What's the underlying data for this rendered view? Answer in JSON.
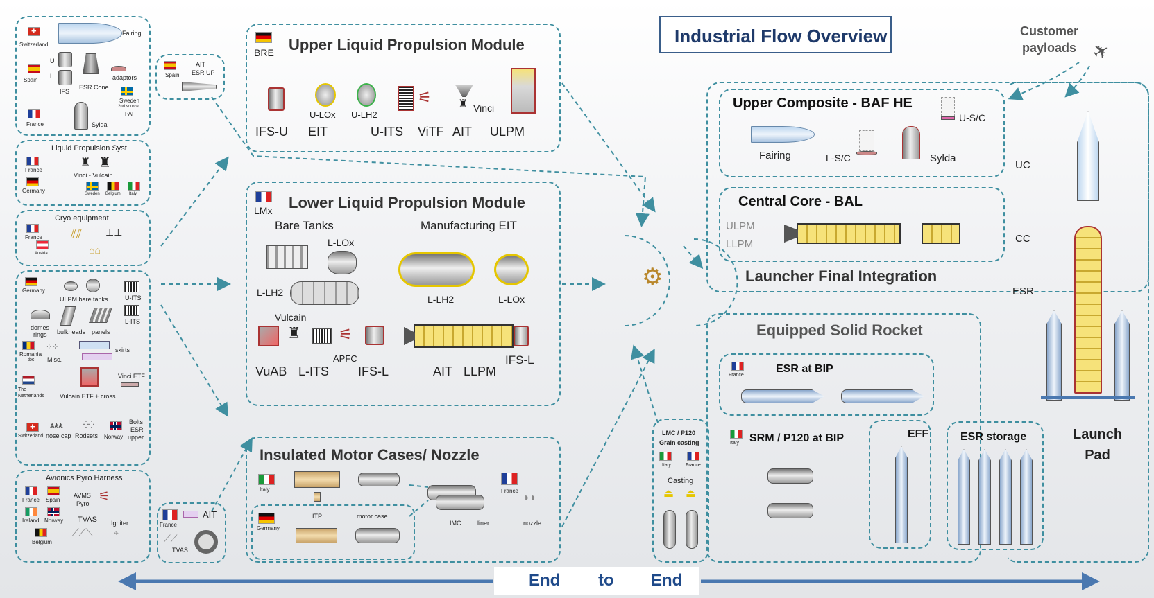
{
  "header": {
    "title": "Industrial Flow Overview",
    "customer_payloads": "Customer\npayloads"
  },
  "left": {
    "fairing": {
      "switzerland": "Switzerland",
      "fairing": "Fairing",
      "spain": "Spain",
      "u": "U",
      "l": "L",
      "ifs": "IFS",
      "esr_cone": "ESR Cone",
      "adaptors": "adaptors",
      "sweden": "Sweden",
      "sweden_2nd": "2nd source",
      "paf": "PAF",
      "france": "France",
      "sylda": "Sylda"
    },
    "lps": {
      "title": "Liquid Propulsion Syst",
      "france": "France",
      "germany": "Germany",
      "vinci_vulcain": "Vinci - Vulcain",
      "sweden": "Sweden",
      "belgium": "Belgium",
      "italy": "Italy"
    },
    "cryo": {
      "title": "Cryo equipment",
      "france": "France",
      "austria": "Austria"
    },
    "structures": {
      "germany": "Germany",
      "ulpm_bare_tanks": "ULPM  bare  tanks",
      "u_its": "U-ITS",
      "l_its": "L-ITS",
      "domes": "domes",
      "rings": "rings",
      "bulkheads": "bulkheads",
      "panels": "panels",
      "romania": "Romania",
      "tbc": "tbc",
      "misc": "Misc.",
      "skirts": "skirts",
      "netherlands": "The Netherlands",
      "vulcain_etf": "Vulcain  ETF  + cross",
      "vinci_etf": "Vinci ETF",
      "switzerland": "Switzerland",
      "nose_cap": "nose  cap",
      "rodsets": "Rodsets",
      "norway": "Norway",
      "bolts": "Bolts",
      "esr": "ESR",
      "upper": "upper"
    },
    "avionics": {
      "title": "Avionics Pyro Harness",
      "france": "France",
      "spain": "Spain",
      "avms": "AVMS",
      "pyro": "Pyro",
      "ireland": "Ireland",
      "norway": "Norway",
      "tvas": "TVAS",
      "belgium": "Belgium",
      "igniter": "Igniter"
    }
  },
  "small_boxes": {
    "esr_up": {
      "spain": "Spain",
      "ait": "AIT",
      "esr_up": "ESR UP"
    },
    "ait_low": {
      "france": "France",
      "ait": "AIT",
      "tvas": "TVAS"
    }
  },
  "ulpm": {
    "title": "Upper Liquid Propulsion Module",
    "bre": "BRE",
    "u_lox": "U-LOx",
    "u_lh2": "U-LH2",
    "vinci": "Vinci",
    "labels": [
      "IFS-U",
      "EIT",
      "U-ITS",
      "ViTF",
      "AIT",
      "ULPM"
    ]
  },
  "llpm": {
    "title": "Lower Liquid Propulsion Module",
    "lmx": "LMx",
    "bare_tanks": "Bare Tanks",
    "manufacturing_eit": "Manufacturing  EIT",
    "l_lox": "L-LOx",
    "l_lh2": "L-LH2",
    "l_lh2_2": "L-LH2",
    "l_lox_2": "L-LOx",
    "vulcain": "Vulcain",
    "apfc": "APFC",
    "ifs_l_right": "IFS-L",
    "bottom": [
      "VuAB",
      "L-ITS",
      "IFS-L",
      "AIT",
      "LLPM"
    ]
  },
  "imc": {
    "title": "Insulated Motor Cases/ Nozzle",
    "italy": "Italy",
    "germany": "Germany",
    "france": "France",
    "itp": "ITP",
    "motor_case": "motor  case",
    "imc": "IMC",
    "liner": "liner",
    "nozzle": "nozzle"
  },
  "lmc": {
    "title1": "LMC / P120",
    "title2": "Grain  casting",
    "italy": "Italy",
    "france": "France",
    "casting": "Casting"
  },
  "upper_composite": {
    "title": "Upper Composite  -  BAF HE",
    "fairing": "Fairing",
    "l_sc": "L-S/C",
    "sylda": "Sylda",
    "u_sc": "U-S/C"
  },
  "central_core": {
    "title": "Central  Core  -  BAL",
    "ulpm": "ULPM",
    "llpm": "LLPM"
  },
  "launcher": {
    "title": "Launcher Final Integration",
    "uc": "UC",
    "cc": "CC",
    "esr": "ESR",
    "launch_pad": "Launch\nPad"
  },
  "esr_block": {
    "title": "Equipped Solid Rocket",
    "esr_bip": "ESR  at BIP",
    "france": "France",
    "srm": "SRM / P120  at BIP",
    "italy": "Italy",
    "eff": "EFF",
    "storage": "ESR storage"
  },
  "footer": {
    "w1": "End",
    "w2": "to",
    "w3": "End"
  },
  "colors": {
    "dash": "#3f8fa0",
    "arrow": "#4a78b0",
    "title": "#1f3a6a"
  }
}
